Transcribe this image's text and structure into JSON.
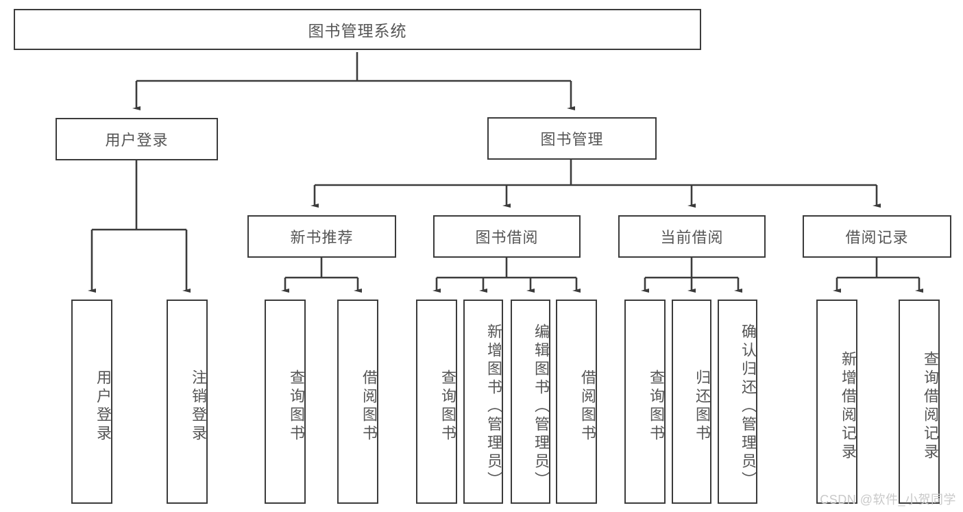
{
  "diagram": {
    "type": "tree",
    "title": "图书管理系统",
    "watermark": "CSDN @软件_小贺同学",
    "colors": {
      "background": "#ffffff",
      "border": "#3b3b3b",
      "text": "#555555",
      "wire": "#3b3b3b",
      "watermark": "#c9c9c9"
    },
    "nodes": {
      "root": {
        "label": "图书管理系统"
      },
      "level1": [
        {
          "label": "用户登录"
        },
        {
          "label": "图书管理"
        }
      ],
      "level2": [
        {
          "label": "新书推荐"
        },
        {
          "label": "图书借阅"
        },
        {
          "label": "当前借阅"
        },
        {
          "label": "借阅记录"
        }
      ],
      "leaves": {
        "user_login": [
          {
            "label": "用户登录"
          },
          {
            "label": "注销登录"
          }
        ],
        "new_book_recommend": [
          {
            "label": "查询图书"
          },
          {
            "label": "借阅图书"
          }
        ],
        "book_borrow": [
          {
            "label": "查询图书"
          },
          {
            "label": "新增图书（管理员）"
          },
          {
            "label": "编辑图书（管理员）"
          },
          {
            "label": "借阅图书"
          }
        ],
        "current_borrow": [
          {
            "label": "查询图书"
          },
          {
            "label": "归还图书"
          },
          {
            "label": "确认归还（管理员）"
          }
        ],
        "borrow_record": [
          {
            "label": "新增借阅记录"
          },
          {
            "label": "查询借阅记录"
          }
        ]
      }
    }
  }
}
